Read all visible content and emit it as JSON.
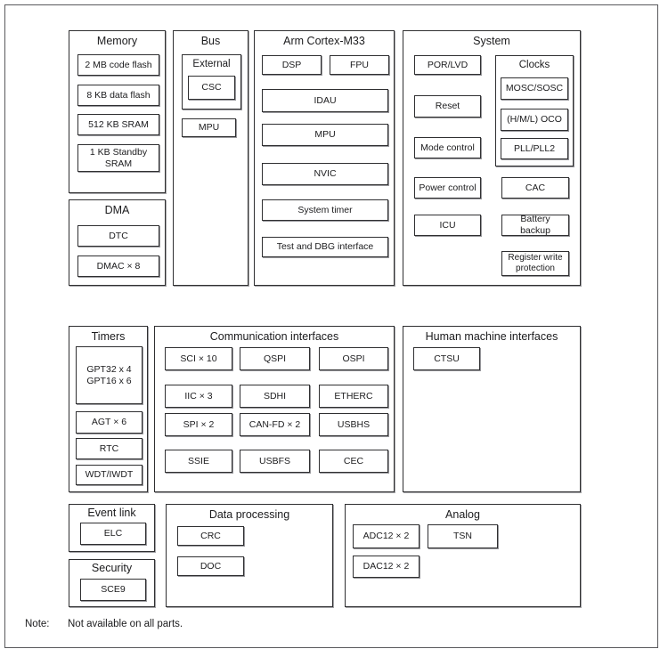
{
  "note": {
    "label": "Note:",
    "text": "Not available on all parts."
  },
  "colors": {
    "border": "#2f2f31",
    "background": "#ffffff"
  },
  "blocks": {
    "memory": {
      "title": "Memory",
      "items": [
        "2 MB code flash",
        "8 KB data flash",
        "512 KB SRAM",
        "1 KB Standby SRAM"
      ]
    },
    "dma": {
      "title": "DMA",
      "items": [
        "DTC",
        "DMAC × 8"
      ]
    },
    "bus": {
      "title": "Bus",
      "external": {
        "title": "External",
        "item": "CSC"
      },
      "item": "MPU"
    },
    "cortex": {
      "title": "Arm Cortex-M33",
      "pair": [
        "DSP",
        "FPU"
      ],
      "items": [
        "IDAU",
        "MPU",
        "NVIC",
        "System timer",
        "Test and DBG interface"
      ]
    },
    "system": {
      "title": "System",
      "left": [
        "POR/LVD",
        "Reset",
        "Mode control",
        "Power control",
        "ICU"
      ],
      "clocks": {
        "title": "Clocks",
        "items": [
          "MOSC/SOSC",
          "(H/M/L) OCO",
          "PLL/PLL2"
        ]
      },
      "right": [
        "CAC",
        "Battery backup",
        "Register write protection"
      ]
    },
    "timers": {
      "title": "Timers",
      "gpt": [
        "GPT32 x 4",
        "GPT16 x 6"
      ],
      "items": [
        "AGT × 6",
        "RTC",
        "WDT/IWDT"
      ]
    },
    "comm": {
      "title": "Communication interfaces",
      "grid": [
        [
          "SCI × 10",
          "QSPI",
          "OSPI"
        ],
        [
          "IIC × 3",
          "SDHI",
          "ETHERC"
        ],
        [
          "SPI × 2",
          "CAN-FD × 2",
          "USBHS"
        ],
        [
          "SSIE",
          "USBFS",
          "CEC"
        ]
      ]
    },
    "hmi": {
      "title": "Human machine interfaces",
      "item": "CTSU"
    },
    "event_link": {
      "title": "Event link",
      "item": "ELC"
    },
    "security": {
      "title": "Security",
      "item": "SCE9"
    },
    "data_processing": {
      "title": "Data processing",
      "items": [
        "CRC",
        "DOC"
      ]
    },
    "analog": {
      "title": "Analog",
      "row1": [
        "ADC12 × 2",
        "TSN"
      ],
      "row2": [
        "DAC12 × 2"
      ]
    }
  }
}
